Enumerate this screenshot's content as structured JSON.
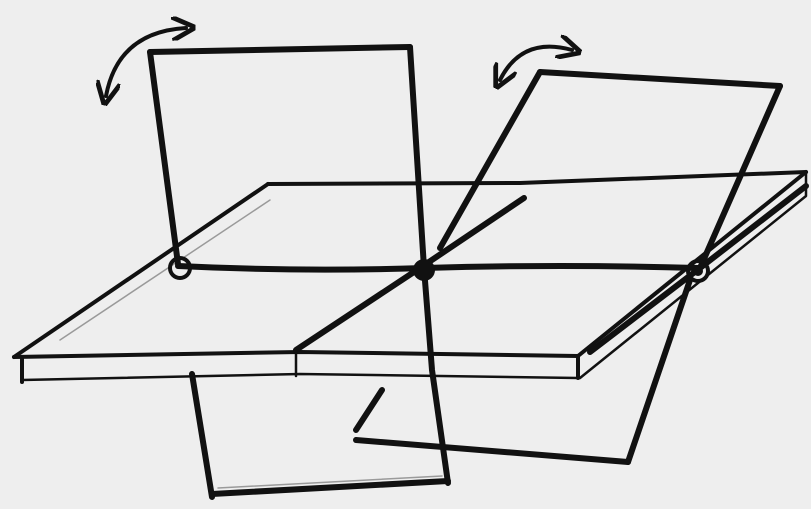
{
  "diagram": {
    "kind": "hand-drawn sketch",
    "background": "#eeeeee",
    "ink": "#111111",
    "panels": [
      {
        "id": "left-panel",
        "rotation": "bidirectional"
      },
      {
        "id": "right-panel",
        "rotation": "bidirectional"
      }
    ],
    "pivots": 3
  }
}
